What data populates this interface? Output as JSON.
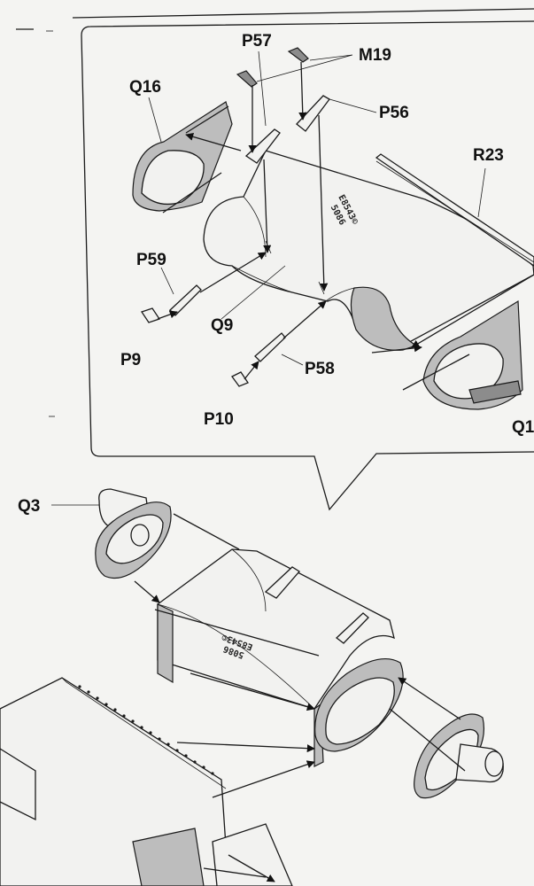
{
  "callout_labels": {
    "q16": "Q16",
    "p57": "P57",
    "m19": "M19",
    "p56": "P56",
    "r23": "R23",
    "p59": "P59",
    "p9": "P9",
    "q9": "Q9",
    "p58": "P58",
    "p10": "P10",
    "q1_partial": "Q1"
  },
  "main_labels": {
    "q3": "Q3"
  },
  "stamp_text": {
    "upper_line1": "E8543©",
    "upper_line2": "5086",
    "lower_line1": "E8543©",
    "lower_line2": "5086"
  },
  "colors": {
    "paper": "#f4f4f2",
    "ink": "#1a1a1a",
    "shade": "#bdbdbd"
  }
}
